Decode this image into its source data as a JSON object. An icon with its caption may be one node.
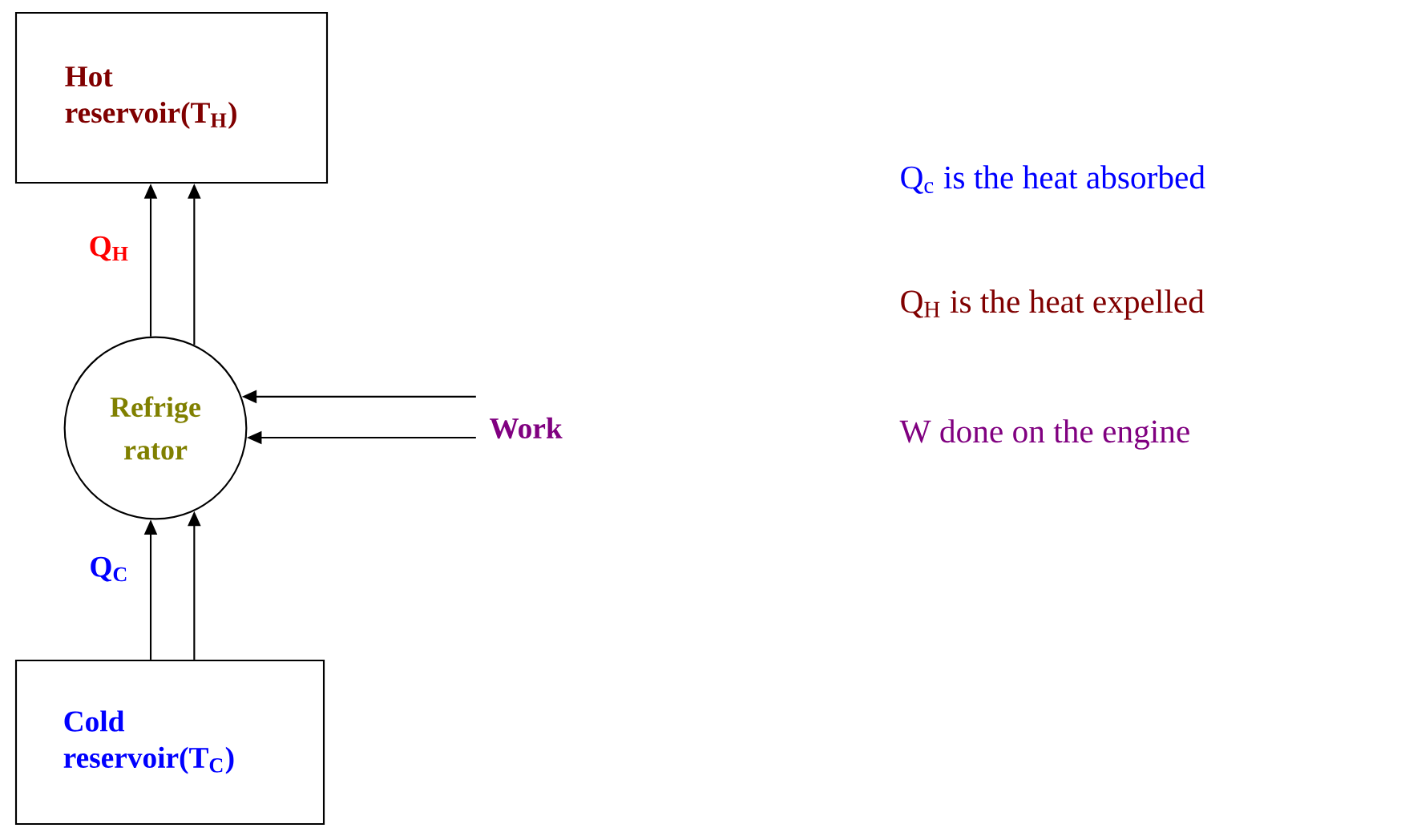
{
  "diagram": {
    "nodes": [
      {
        "text": [
          "Hot reservoir(T$_{H}$)"
        ]
      },
      {
        "text": [
          "Refrige rator"
        ]
      },
      {
        "text": [
          "Cold reservoir(T$_{C}$)"
        ]
      },
      {
        "text": [
          "Work"
        ]
      }
    ],
    "edges": [
      {
        "from": 1,
        "to": 0,
        "arrow": "to",
        "label": "Q$_{H}$"
      },
      {
        "from": 1,
        "to": 0,
        "arrow": "to"
      },
      {
        "from": 2,
        "to": 1,
        "arrow": "to",
        "label": "Q$_{C}$"
      },
      {
        "from": 2,
        "to": 1,
        "arrow": "to"
      },
      {
        "from": 3,
        "to": 1,
        "arrow": "to"
      },
      {
        "from": 3,
        "to": 1,
        "arrow": "to"
      }
    ],
    "labels": [
      "Q$_{c}$ is the heat absorbed",
      "Q$_{H}$ is the heat expelled",
      "W done on the engine"
    ]
  }
}
